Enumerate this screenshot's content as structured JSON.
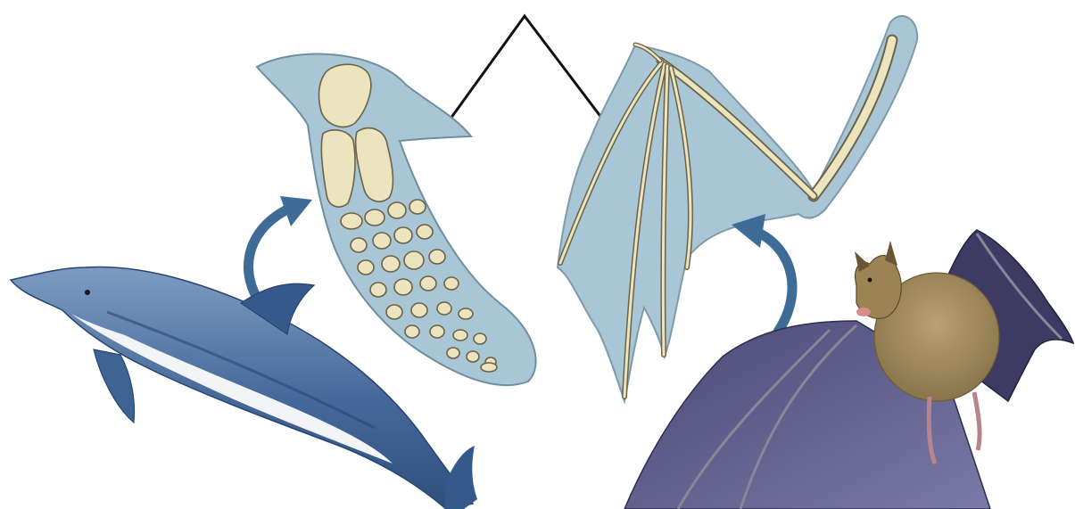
{
  "figure": {
    "subjects": [
      {
        "id": "dolphin",
        "part": "flipper"
      },
      {
        "id": "bat",
        "part": "wing"
      }
    ],
    "connector": "v-shaped-line",
    "arrows": [
      "dolphin-to-flipper",
      "bat-to-wing"
    ],
    "colors": {
      "membrane": "#a9c6d6",
      "bone": "#ece3bf",
      "bone_outline": "#6b6247",
      "dolphin_body": "#4d6f99",
      "dolphin_belly": "#f2f4f6",
      "bat_wing": "#5b5a84",
      "bat_fur": "#a08b5a",
      "arrow": "#3f6c97",
      "line": "#111111"
    }
  }
}
